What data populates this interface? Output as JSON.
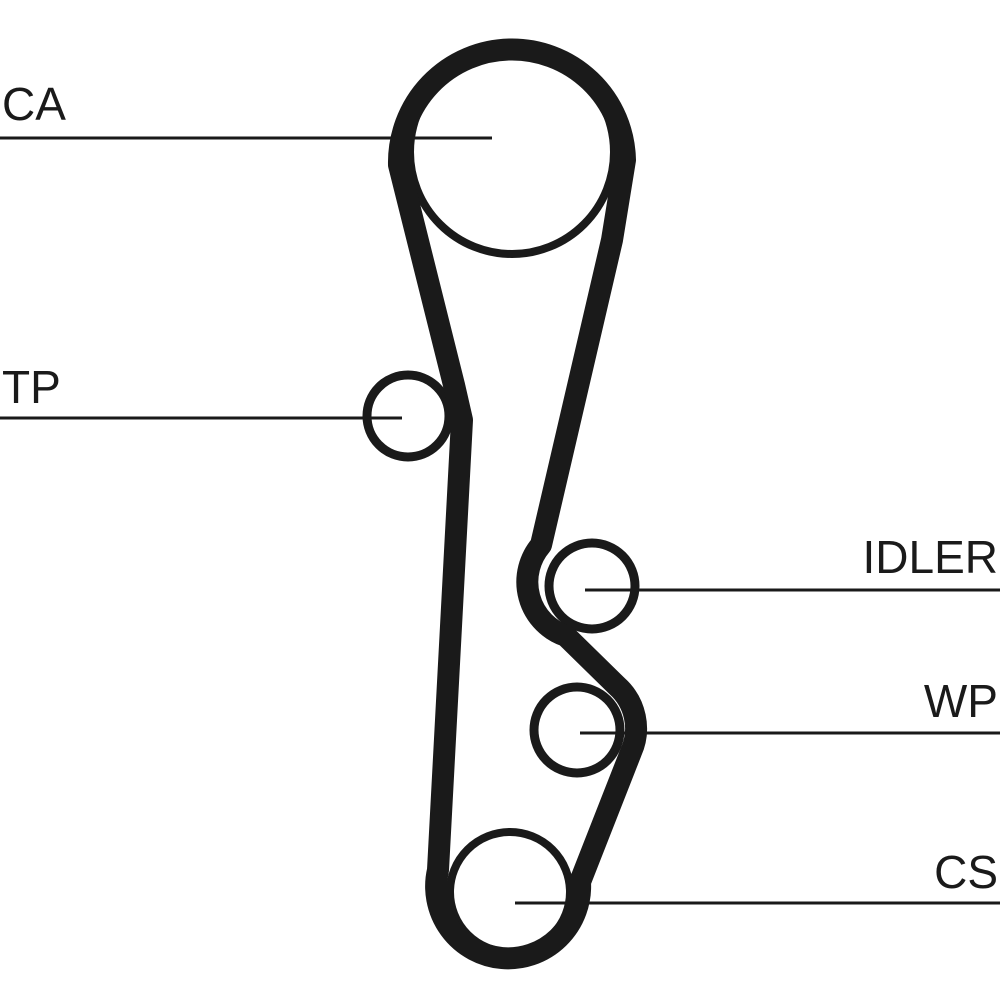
{
  "diagram": {
    "type": "timing-belt-layout",
    "labels": {
      "ca": "CA",
      "tp": "TP",
      "idler": "IDLER",
      "wp": "WP",
      "cs": "CS"
    },
    "colors": {
      "belt": "#1a1a1a",
      "background": "#ffffff"
    }
  }
}
